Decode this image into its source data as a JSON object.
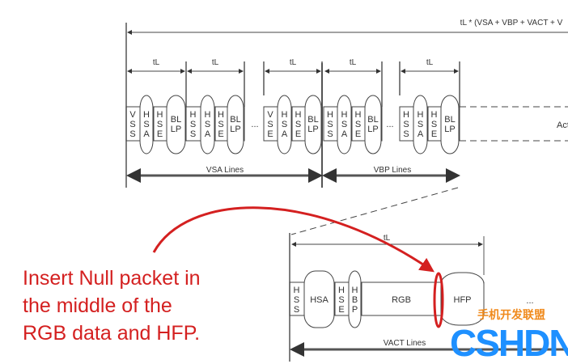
{
  "top_timing": {
    "frame_label": "tL * (VSA + VBP + VACT + V",
    "line_period_label": "tL",
    "blocks": [
      {
        "cells": [
          "V\nS\nS",
          "H\nS\nA",
          "H\nS\nE",
          "BL\nLP"
        ]
      },
      {
        "cells": [
          "H\nS\nS",
          "H\nS\nA",
          "H\nS\nE",
          "BL\nLP"
        ]
      },
      {
        "cells": [
          "V\nS\nE",
          "H\nS\nA",
          "H\nS\nE",
          "BL\nLP"
        ]
      },
      {
        "cells": [
          "H\nS\nS",
          "H\nS\nA",
          "H\nS\nE",
          "BL\nLP"
        ]
      },
      {
        "cells": [
          "H\nS\nS",
          "H\nS\nA",
          "H\nS\nE",
          "BL\nLP"
        ]
      }
    ],
    "ellipsis": "...",
    "active_label": "Act",
    "vsa_lines": "VSA Lines",
    "vbp_lines": "VBP Lines"
  },
  "bottom_timing": {
    "line_period_label": "tL",
    "cells": [
      "H\nS\nS",
      "HSA",
      "H\nS\nE",
      "H\nB\nP",
      "RGB",
      "HFP"
    ],
    "ellipsis": "...",
    "vact_lines": "VACT Lines"
  },
  "annotation": {
    "lines": [
      "Insert Null packet in",
      "the middle of the",
      "RGB data and HFP."
    ],
    "color": "#d42020"
  },
  "watermark": {
    "cn": "手机开发联盟",
    "logo": "CSHDN"
  }
}
